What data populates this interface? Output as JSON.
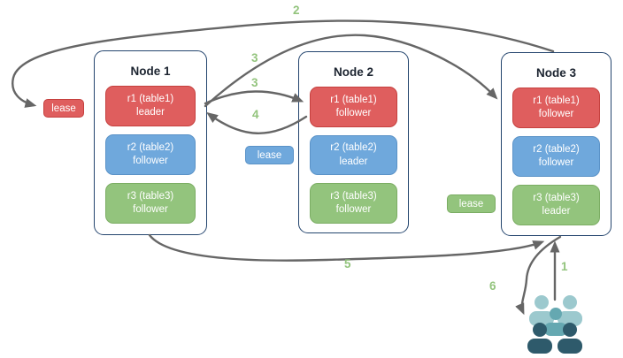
{
  "nodes": [
    {
      "title": "Node 1",
      "replicas": [
        {
          "name": "r1 (table1)",
          "role": "leader",
          "color": "red"
        },
        {
          "name": "r2 (table2)",
          "role": "follower",
          "color": "blue"
        },
        {
          "name": "r3 (table3)",
          "role": "follower",
          "color": "green"
        }
      ]
    },
    {
      "title": "Node 2",
      "replicas": [
        {
          "name": "r1 (table1)",
          "role": "follower",
          "color": "red"
        },
        {
          "name": "r2 (table2)",
          "role": "leader",
          "color": "blue"
        },
        {
          "name": "r3 (table3)",
          "role": "follower",
          "color": "green"
        }
      ]
    },
    {
      "title": "Node 3",
      "replicas": [
        {
          "name": "r1 (table1)",
          "role": "follower",
          "color": "red"
        },
        {
          "name": "r2 (table2)",
          "role": "follower",
          "color": "blue"
        },
        {
          "name": "r3 (table3)",
          "role": "leader",
          "color": "green"
        }
      ]
    }
  ],
  "leases": [
    {
      "label": "lease",
      "color": "red"
    },
    {
      "label": "lease",
      "color": "blue"
    },
    {
      "label": "lease",
      "color": "green"
    }
  ],
  "steps": [
    {
      "label": "1"
    },
    {
      "label": "2"
    },
    {
      "label": "3"
    },
    {
      "label": "3"
    },
    {
      "label": "4"
    },
    {
      "label": "5"
    },
    {
      "label": "6"
    }
  ],
  "icons": {
    "users": "users-group-icon"
  },
  "colors": {
    "replica_red": "#DF5E5E",
    "replica_red_border": "#C5403E",
    "replica_blue": "#6FA8DC",
    "replica_blue_border": "#5A92C7",
    "replica_green": "#93C47D",
    "replica_green_border": "#7BAD63",
    "node_border": "#24456E",
    "arrow": "#666666",
    "step_label": "#93C47D",
    "users_light": "#9CC9CE",
    "users_mid": "#65A8B1",
    "users_dark": "#2E5A6B"
  }
}
